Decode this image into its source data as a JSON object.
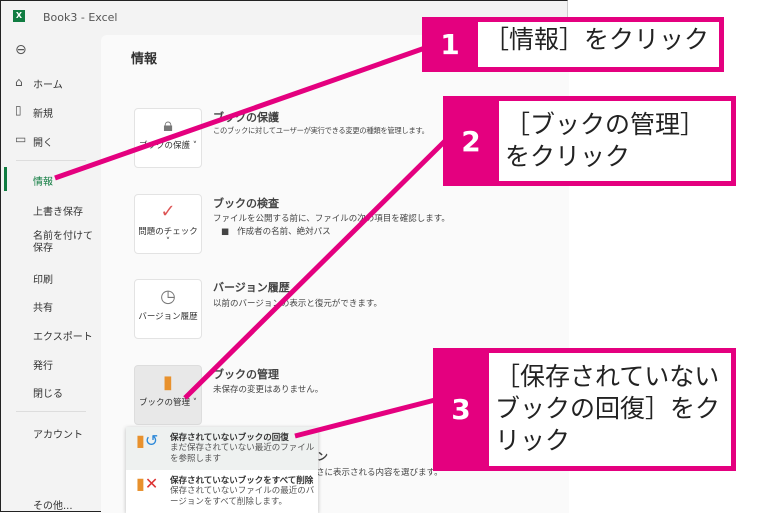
{
  "window": {
    "title": "Book3  -  Excel",
    "app_icon": "excel-icon"
  },
  "sidebar": {
    "items": [
      {
        "label": "ホーム",
        "icon": "home-icon"
      },
      {
        "label": "新規",
        "icon": "new-document-icon"
      },
      {
        "label": "開く",
        "icon": "folder-open-icon"
      },
      {
        "label": "情報",
        "active": true
      },
      {
        "label": "上書き保存"
      },
      {
        "label": "名前を付けて保存"
      },
      {
        "label": "印刷"
      },
      {
        "label": "共有"
      },
      {
        "label": "エクスポート"
      },
      {
        "label": "発行"
      },
      {
        "label": "閉じる"
      },
      {
        "label": "アカウント"
      },
      {
        "label": "その他..."
      }
    ],
    "accent": "#107c41"
  },
  "main": {
    "title": "情報",
    "sections": [
      {
        "button": "ブックの保護",
        "title": "ブックの保護",
        "desc": "このブックに対してユーザーが実行できる変更の種類を管理します。",
        "icon": "lock-icon"
      },
      {
        "button": "問題のチェック",
        "title": "ブックの検査",
        "desc": "ファイルを公開する前に、ファイルの次の項目を確認します。",
        "bullet": "作成者の名前、絶対パス",
        "icon": "inspect-icon"
      },
      {
        "button": "バージョン履歴",
        "title": "バージョン履歴",
        "desc": "以前のバージョンの表示と復元ができます。",
        "icon": "history-icon"
      },
      {
        "button": "ブックの管理",
        "title": "ブックの管理",
        "desc": "未保存の変更はありません。",
        "icon": "manage-workbook-icon"
      },
      {
        "title": "ョン",
        "desc": "さに表示される内容を選びます。"
      }
    ]
  },
  "dropdown": {
    "items": [
      {
        "title": "保存されていないブックの回復",
        "desc": "まだ保存されていない最近のファイルを参照します",
        "icon": "recover-icon"
      },
      {
        "title": "保存されていないブックをすべて削除",
        "desc": "保存されていないファイルの最近のバージョンをすべて削除します。",
        "icon": "delete-icon"
      }
    ]
  },
  "callouts": [
    {
      "number": "1",
      "text": "［情報］をクリック"
    },
    {
      "number": "2",
      "text": "［ブックの管理］をクリック"
    },
    {
      "number": "3",
      "text": "［保存されていないブックの回復］をクリック"
    }
  ],
  "colors": {
    "callout": "#e4007f"
  }
}
